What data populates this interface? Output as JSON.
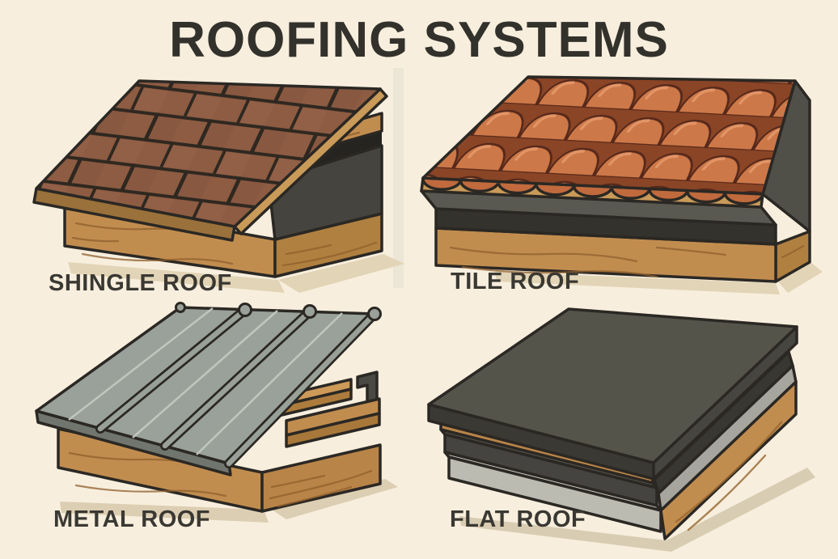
{
  "page": {
    "title": "ROOFING SYSTEMS",
    "background_color": "#f7eedd",
    "title_color": "#33312b",
    "label_color": "#3a3832"
  },
  "diagram": {
    "type": "roofing-comparison-illustration",
    "items": [
      {
        "id": "shingle-roof",
        "label": "SHINGLE ROOF",
        "primary_color": "#8d5c42",
        "wood_color": "#c18d4f",
        "underlayment_color": "#45443e"
      },
      {
        "id": "tile-roof",
        "label": "TILE ROOF",
        "primary_color": "#c8764a",
        "wood_color": "#c18d4f",
        "underlayment_color": "#55544c"
      },
      {
        "id": "metal-roof",
        "label": "METAL ROOF",
        "primary_color": "#9aa19a",
        "wood_color": "#c18d4f",
        "seam_color": "#41463f"
      },
      {
        "id": "flat-roof",
        "label": "FLAT ROOF",
        "primary_color": "#55544b",
        "wood_color": "#b98447",
        "base_color": "#bcbbb2"
      }
    ]
  }
}
